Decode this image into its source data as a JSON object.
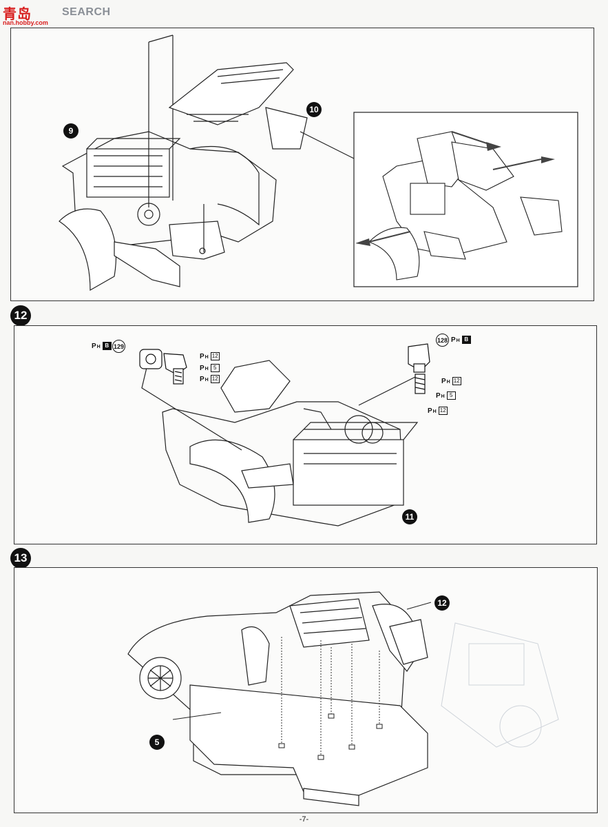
{
  "watermark": {
    "logo": "青岛",
    "text": "SEARCH",
    "url": "nan.hobby.com"
  },
  "steps": {
    "panel1": {
      "callouts": [
        "9",
        "10"
      ]
    },
    "step12": {
      "number": "12",
      "callout": "11",
      "parts_left": {
        "ring": "129",
        "tag": "B",
        "ph1": "12",
        "ph2": "5",
        "ph3": "12"
      },
      "parts_right": {
        "ring": "128",
        "tag": "B",
        "ph1": "12",
        "ph2": "5",
        "ph3": "12"
      }
    },
    "step13": {
      "number": "13",
      "callouts": [
        "12",
        "5"
      ]
    }
  },
  "footer": {
    "page": "-7-"
  }
}
